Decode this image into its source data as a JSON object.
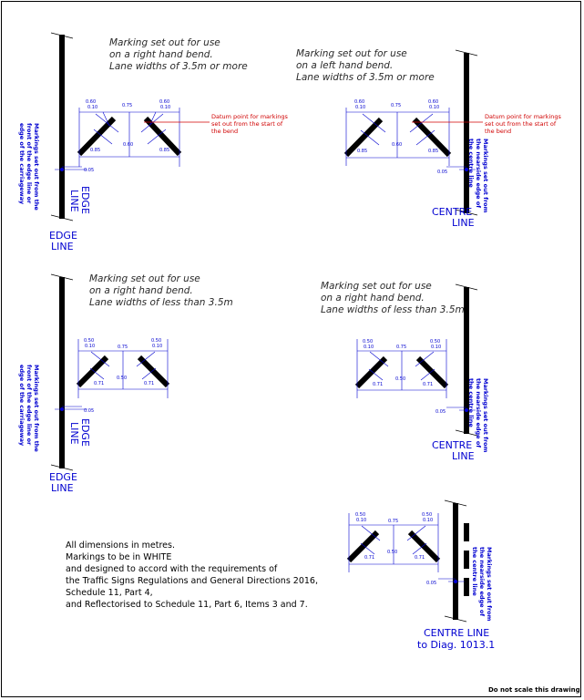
{
  "panels": [
    {
      "caption": [
        "Marking set out for use",
        "on a right hand bend.",
        "Lane widths of 3.5m or more"
      ],
      "line_label": [
        "EDGE",
        "LINE"
      ],
      "line_label_bottom": [
        "EDGE",
        "LINE"
      ],
      "vertical_note": [
        "Markings set out from the",
        "front of the edge line or",
        "edge of the carriageway"
      ],
      "datum": [
        "Datum point for markings",
        "set out from the start of",
        "the bend"
      ],
      "dims": [
        "0.60",
        "0.10",
        "0.75",
        "0.60",
        "0.10",
        "0.85",
        "0.60",
        "0.85",
        "0.05"
      ]
    },
    {
      "caption": [
        "Marking set out for use",
        "on a left hand bend.",
        "Lane widths of 3.5m or more"
      ],
      "line_label": [
        "CENTRE",
        "LINE"
      ],
      "vertical_note": [
        "Markings set out from",
        "the nearside edge of",
        "the centre line"
      ],
      "datum": [
        "Datum point for markings",
        "set out from the start of",
        "the bend"
      ],
      "dims": [
        "0.60",
        "0.10",
        "0.75",
        "0.60",
        "0.10",
        "0.85",
        "0.60",
        "0.85",
        "0.05"
      ]
    },
    {
      "caption": [
        "Marking set out for use",
        "on a right hand bend.",
        "Lane widths of less than 3.5m"
      ],
      "line_label": [
        "EDGE",
        "LINE"
      ],
      "line_label_bottom": [
        "EDGE",
        "LINE"
      ],
      "vertical_note": [
        "Markings set out from the",
        "front of the edge line or",
        "edge of the carriageway"
      ],
      "dims": [
        "0.50",
        "0.10",
        "0.75",
        "0.50",
        "0.10",
        "0.71",
        "0.50",
        "0.71",
        "0.05"
      ]
    },
    {
      "caption": [
        "Marking set out for use",
        "on a right hand bend.",
        "Lane widths of less than 3.5m"
      ],
      "line_label": [
        "CENTRE",
        "LINE"
      ],
      "vertical_note": [
        "Markings set out from",
        "the nearside edge of",
        "the centre line"
      ],
      "dims": [
        "0.50",
        "0.10",
        "0.75",
        "0.50",
        "0.10",
        "0.71",
        "0.50",
        "0.71",
        "0.05"
      ]
    },
    {
      "line_label": [
        "CENTRE  LINE",
        "to Diag. 1013.1"
      ],
      "vertical_note": [
        "Markings set out from",
        "the nearside edge of",
        "the centre line"
      ],
      "dims": [
        "0.50",
        "0.10",
        "0.75",
        "0.50",
        "0.10",
        "0.71",
        "0.50",
        "0.71",
        "0.05"
      ]
    }
  ],
  "notes": [
    "All dimensions in metres.",
    "Markings to be in WHITE",
    "and designed to accord with the requirements of",
    "the Traffic Signs Regulations and General Directions 2016,",
    "Schedule 11, Part 4,",
    "and Reflectorised to Schedule 11, Part 6, Items 3 and 7."
  ],
  "footer": "Do not scale this drawing",
  "colors": {
    "dimension": "#0000d0",
    "datum": "#d00000",
    "marking": "#000000"
  }
}
